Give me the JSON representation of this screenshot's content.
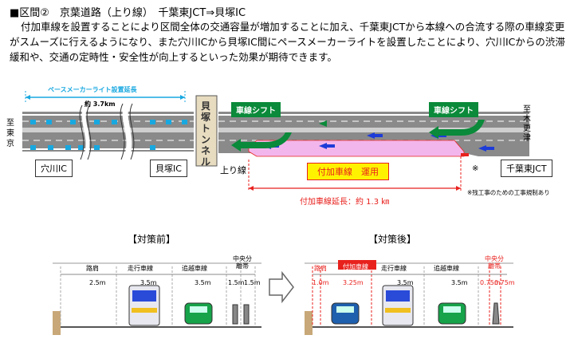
{
  "section": {
    "heading": "■区間②　京葉道路（上り線）　千葉東JCT⇒貝塚IC",
    "paragraph": "付加車線を設置することにより区間全体の交通容量が増加することに加え、千葉東JCTから本線への合流する際の車線変更がスムーズに行えるようになり、また穴川ICから貝塚IC間にペースメーカーライトを設置したことにより、穴川ICからの渋滞緩和や、交通の定時性・安全性が向上するといった効果が期待できます。"
  },
  "map": {
    "pacemaker_label": "ペースメーカーライト設置延長",
    "pacemaker_length": "約 3.7km",
    "to_tokyo": "至 東京",
    "to_kisarazu": "至 木更津",
    "anagawa_ic": "穴川IC",
    "kaizuka_ic": "貝塚IC",
    "tunnel": "貝塚トンネル",
    "up_line": "上り線",
    "shift_left": "車線シフト",
    "shift_right": "車線シフト",
    "aux_lane_status": "付加車線　運用",
    "aux_lane_length": "付加車線延長：約 1.3 ㎞",
    "chibahigashi_jct": "千葉東JCT",
    "note_mark": "※",
    "note": "※残工事のための工事規制あり"
  },
  "before": {
    "title": "【対策前】",
    "shoulder": "路肩",
    "driving_lane": "走行車線",
    "passing_lane": "追越車線",
    "median": "中央分離帯",
    "w_shoulder": "2.5m",
    "w_driving": "3.5m",
    "w_passing": "3.5m",
    "w_m1": "1.5m",
    "w_m2": "1.5m"
  },
  "after": {
    "title": "【対策後】",
    "shoulder": "路肩",
    "aux_lane": "付加車線",
    "driving_lane": "走行車線",
    "passing_lane": "追越車線",
    "median": "中央分離帯",
    "w_shoulder": "1.0m",
    "w_aux": "3.25m",
    "w_driving": "3.5m",
    "w_passing": "3.5m",
    "w_m1": "0.75m",
    "w_m2": "0.75m"
  },
  "colors": {
    "green": "#0a8a3a",
    "pink": "#f3b6ec",
    "red": "#e8211d",
    "yellow": "#fff200",
    "blue": "#1e3cd8",
    "cyan": "#18a8e0",
    "tunnel": "#e8dcc0"
  }
}
